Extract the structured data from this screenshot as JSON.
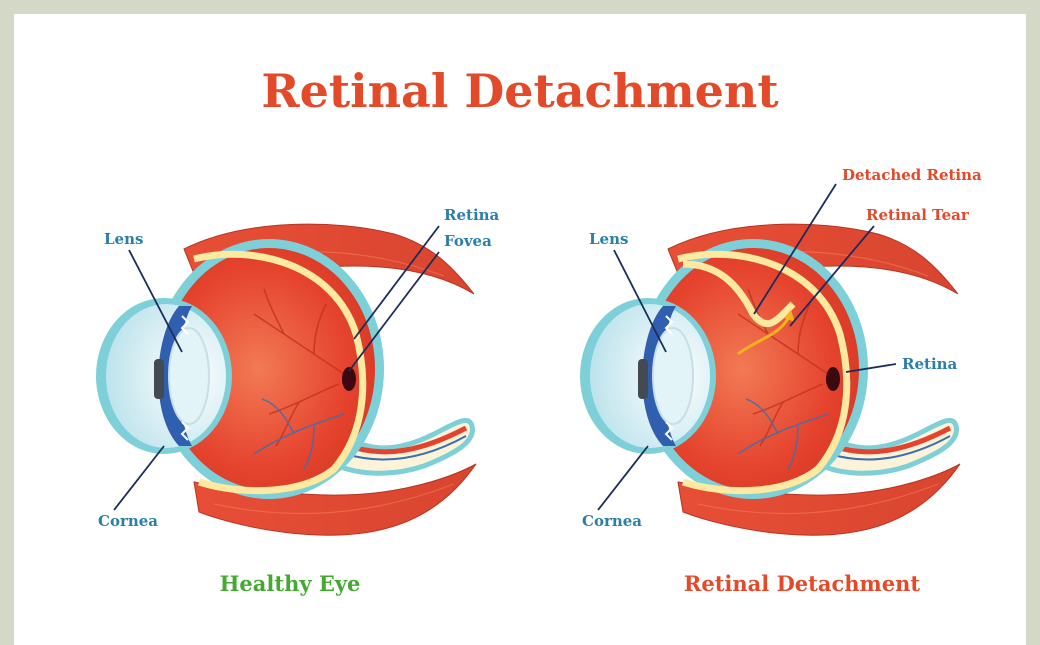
{
  "title": "Retinal Detachment",
  "healthy_eye": {
    "caption": "Healthy Eye",
    "labels": {
      "lens": "Lens",
      "cornea": "Cornea",
      "retina": "Retina",
      "fovea": "Fovea"
    }
  },
  "detached_eye": {
    "caption": "Retinal Detachment",
    "labels": {
      "lens": "Lens",
      "cornea": "Cornea",
      "detached_retina": "Detached Retina",
      "retinal_tear": "Retinal Tear",
      "retina": "Retina"
    }
  },
  "colors": {
    "title": "#e24a2a",
    "label_blue": "#2a7fa8",
    "label_red": "#e14a2b",
    "caption_healthy": "#43a930",
    "muscle": "#e0543a",
    "eyeball": "#e5432d",
    "sclera_outline": "#7dcfd8",
    "retina_layer": "#fde9a0",
    "iris": "#2f5fae",
    "lens": "#e2f4f7",
    "page_border": "#d4d8c6"
  }
}
